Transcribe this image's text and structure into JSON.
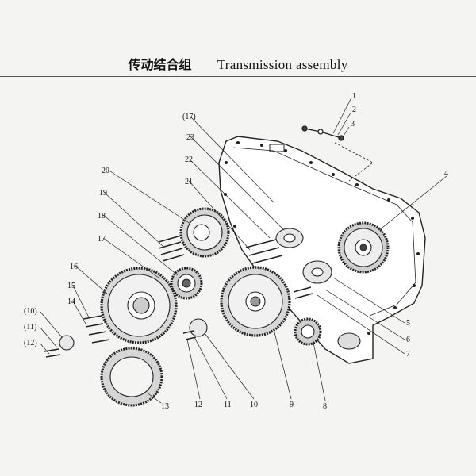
{
  "title_cn": "传动结合组",
  "title_en": "Transmission assembly",
  "callouts": [
    "1",
    "2",
    "3",
    "4",
    "5",
    "6",
    "7",
    "8",
    "9",
    "10",
    "11",
    "12",
    "13",
    "14",
    "15",
    "16",
    "17",
    "18",
    "19",
    "20",
    "21",
    "22",
    "23",
    "(10)",
    "(11)",
    "(12)",
    "(17)"
  ]
}
